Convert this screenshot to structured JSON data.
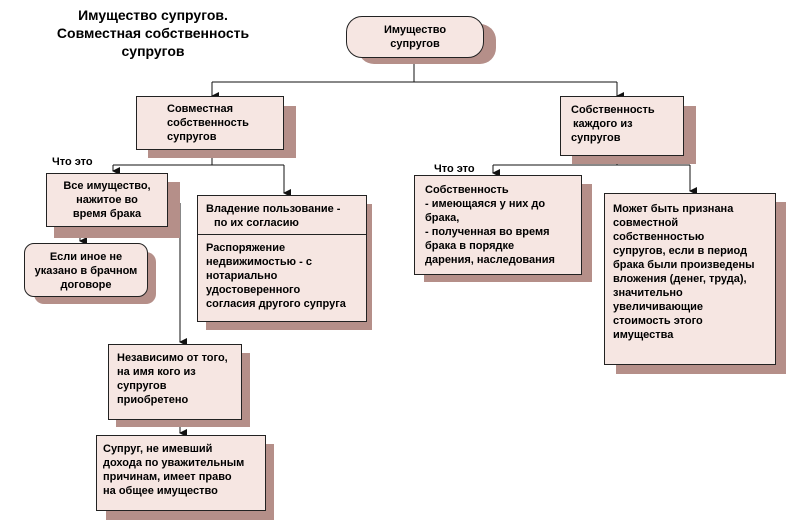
{
  "title": {
    "line1": "Имущество супругов.",
    "line2": "Совместная собственность",
    "line3": "супругов"
  },
  "root": {
    "line1": "Имущество",
    "line2": "супругов"
  },
  "left_branch": {
    "title_line1": "Совместная",
    "title_line2": "собственность",
    "title_line3": "супругов",
    "what_label": "Что это",
    "all_property": {
      "line1": "Все имущество,",
      "line2": "нажитое  во",
      "line3": "время брака"
    },
    "unless": {
      "line1": "Если иное не",
      "line2": "указано в брачном",
      "line3": "договоре"
    },
    "regardless": {
      "line1": "Независимо от того,",
      "line2": "на имя кого из",
      "line3": "супругов",
      "line4": "приобретено"
    },
    "no_income": {
      "line1": "Супруг, не имевший",
      "line2": "дохода по уважительным",
      "line3": "причинам, имеет право",
      "line4": "на общее имущество"
    },
    "ownership": {
      "top_line1": "Владение  пользование -",
      "top_line2": "по их согласию",
      "bottom_line1": "Распоряжение",
      "bottom_line2": "недвижимостью - с",
      "bottom_line3": "нотариально",
      "bottom_line4": "удостоверенного",
      "bottom_line5": "согласия другого супруга"
    }
  },
  "right_branch": {
    "title_line1": "Собственность",
    "title_line2": "каждого из",
    "title_line3": "супругов",
    "what_label": "Что это",
    "own": {
      "line1": "Собственность",
      "line2": "- имеющаяся у них до",
      "line3": "брака,",
      "line4": "- полученная во время",
      "line5": "брака в порядке",
      "line6": "дарения, наследования"
    },
    "joint": {
      "line1": "Может быть признана",
      "line2": "совместной",
      "line3": "собственностью",
      "line4": "супругов, если в период",
      "line5": "брака были произведены",
      "line6": "вложения (денег, труда),",
      "line7": "значительно",
      "line8": "увеличивающие",
      "line9": "стоимость этого",
      "line10": "имущества"
    }
  },
  "colors": {
    "box_fill": "#f6e6e2",
    "shadow": "#b58f89",
    "line": "#111111"
  }
}
